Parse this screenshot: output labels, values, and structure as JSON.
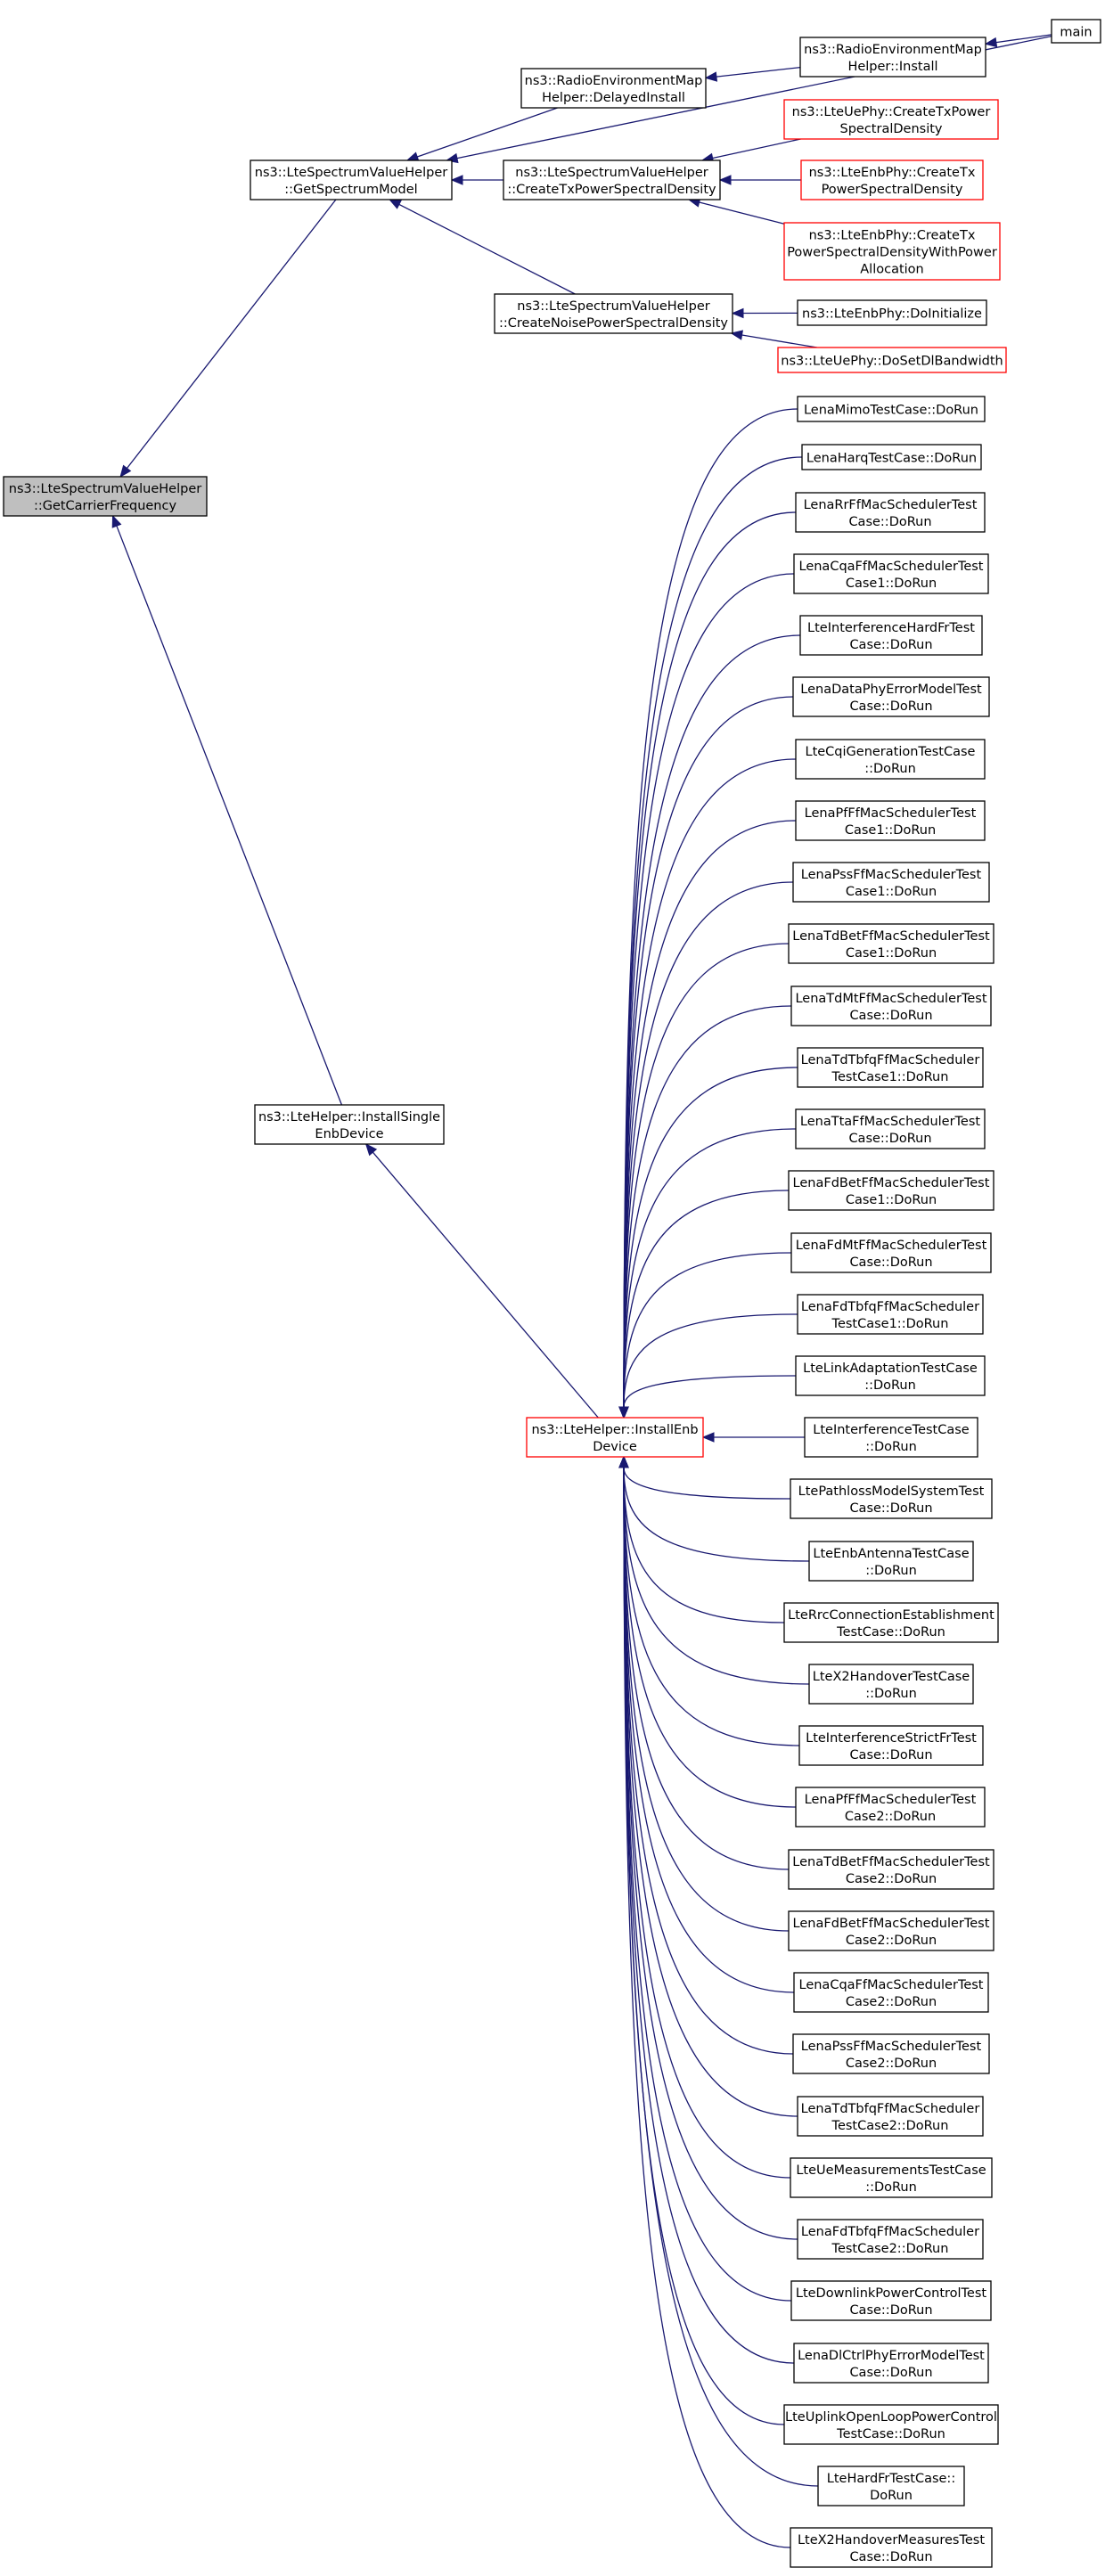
{
  "diagram": {
    "title": "",
    "nodes": [
      {
        "id": "getCarrierFrequency",
        "lines": [
          "ns3::LteSpectrumValueHelper",
          "::GetCarrierFrequency"
        ],
        "style": "root"
      },
      {
        "id": "getSpectrumModel",
        "lines": [
          "ns3::LteSpectrumValueHelper",
          "::GetSpectrumModel"
        ],
        "style": "normal"
      },
      {
        "id": "installSingleEnbDevice",
        "lines": [
          "ns3::LteHelper::InstallSingle",
          "EnbDevice"
        ],
        "style": "normal"
      },
      {
        "id": "remDelayedInstall",
        "lines": [
          "ns3::RadioEnvironmentMap",
          "Helper::DelayedInstall"
        ],
        "style": "normal"
      },
      {
        "id": "createTxPsd",
        "lines": [
          "ns3::LteSpectrumValueHelper",
          "::CreateTxPowerSpectralDensity"
        ],
        "style": "normal"
      },
      {
        "id": "createNoisePsd",
        "lines": [
          "ns3::LteSpectrumValueHelper",
          "::CreateNoisePowerSpectralDensity"
        ],
        "style": "normal"
      },
      {
        "id": "remInstall",
        "lines": [
          "ns3::RadioEnvironmentMap",
          "Helper::Install"
        ],
        "style": "normal"
      },
      {
        "id": "main",
        "lines": [
          "main"
        ],
        "style": "normal"
      },
      {
        "id": "uePhyCreateTxPsd",
        "lines": [
          "ns3::LteUePhy::CreateTxPower",
          "SpectralDensity"
        ],
        "style": "red"
      },
      {
        "id": "enbPhyCreateTxPsd",
        "lines": [
          "ns3::LteEnbPhy::CreateTx",
          "PowerSpectralDensity"
        ],
        "style": "red"
      },
      {
        "id": "enbPhyCreateTxPsdAlloc",
        "lines": [
          "ns3::LteEnbPhy::CreateTx",
          "PowerSpectralDensityWithPower",
          "Allocation"
        ],
        "style": "red"
      },
      {
        "id": "enbPhyDoInitialize",
        "lines": [
          "ns3::LteEnbPhy::DoInitialize"
        ],
        "style": "normal"
      },
      {
        "id": "uePhyDoSetDlBandwidth",
        "lines": [
          "ns3::LteUePhy::DoSetDlBandwidth"
        ],
        "style": "red"
      },
      {
        "id": "installEnbDevice",
        "lines": [
          "ns3::LteHelper::InstallEnb",
          "Device"
        ],
        "style": "red"
      },
      {
        "id": "t01",
        "lines": [
          "LenaMimoTestCase::DoRun"
        ],
        "style": "normal"
      },
      {
        "id": "t02",
        "lines": [
          "LenaHarqTestCase::DoRun"
        ],
        "style": "normal"
      },
      {
        "id": "t03",
        "lines": [
          "LenaRrFfMacSchedulerTest",
          "Case::DoRun"
        ],
        "style": "normal"
      },
      {
        "id": "t04",
        "lines": [
          "LenaCqaFfMacSchedulerTest",
          "Case1::DoRun"
        ],
        "style": "normal"
      },
      {
        "id": "t05",
        "lines": [
          "LteInterferenceHardFrTest",
          "Case::DoRun"
        ],
        "style": "normal"
      },
      {
        "id": "t06",
        "lines": [
          "LenaDataPhyErrorModelTest",
          "Case::DoRun"
        ],
        "style": "normal"
      },
      {
        "id": "t07",
        "lines": [
          "LteCqiGenerationTestCase",
          "::DoRun"
        ],
        "style": "normal"
      },
      {
        "id": "t08",
        "lines": [
          "LenaPfFfMacSchedulerTest",
          "Case1::DoRun"
        ],
        "style": "normal"
      },
      {
        "id": "t09",
        "lines": [
          "LenaPssFfMacSchedulerTest",
          "Case1::DoRun"
        ],
        "style": "normal"
      },
      {
        "id": "t10",
        "lines": [
          "LenaTdBetFfMacSchedulerTest",
          "Case1::DoRun"
        ],
        "style": "normal"
      },
      {
        "id": "t11",
        "lines": [
          "LenaTdMtFfMacSchedulerTest",
          "Case::DoRun"
        ],
        "style": "normal"
      },
      {
        "id": "t12",
        "lines": [
          "LenaTdTbfqFfMacScheduler",
          "TestCase1::DoRun"
        ],
        "style": "normal"
      },
      {
        "id": "t13",
        "lines": [
          "LenaTtaFfMacSchedulerTest",
          "Case::DoRun"
        ],
        "style": "normal"
      },
      {
        "id": "t14",
        "lines": [
          "LenaFdBetFfMacSchedulerTest",
          "Case1::DoRun"
        ],
        "style": "normal"
      },
      {
        "id": "t15",
        "lines": [
          "LenaFdMtFfMacSchedulerTest",
          "Case::DoRun"
        ],
        "style": "normal"
      },
      {
        "id": "t16",
        "lines": [
          "LenaFdTbfqFfMacScheduler",
          "TestCase1::DoRun"
        ],
        "style": "normal"
      },
      {
        "id": "t17",
        "lines": [
          "LteLinkAdaptationTestCase",
          "::DoRun"
        ],
        "style": "normal"
      },
      {
        "id": "t18",
        "lines": [
          "LteInterferenceTestCase",
          "::DoRun"
        ],
        "style": "normal"
      },
      {
        "id": "t19",
        "lines": [
          "LtePathlossModelSystemTest",
          "Case::DoRun"
        ],
        "style": "normal"
      },
      {
        "id": "t20",
        "lines": [
          "LteEnbAntennaTestCase",
          "::DoRun"
        ],
        "style": "normal"
      },
      {
        "id": "t21",
        "lines": [
          "LteRrcConnectionEstablishment",
          "TestCase::DoRun"
        ],
        "style": "normal"
      },
      {
        "id": "t22",
        "lines": [
          "LteX2HandoverTestCase",
          "::DoRun"
        ],
        "style": "normal"
      },
      {
        "id": "t23",
        "lines": [
          "LteInterferenceStrictFrTest",
          "Case::DoRun"
        ],
        "style": "normal"
      },
      {
        "id": "t24",
        "lines": [
          "LenaPfFfMacSchedulerTest",
          "Case2::DoRun"
        ],
        "style": "normal"
      },
      {
        "id": "t25",
        "lines": [
          "LenaTdBetFfMacSchedulerTest",
          "Case2::DoRun"
        ],
        "style": "normal"
      },
      {
        "id": "t26",
        "lines": [
          "LenaFdBetFfMacSchedulerTest",
          "Case2::DoRun"
        ],
        "style": "normal"
      },
      {
        "id": "t27",
        "lines": [
          "LenaCqaFfMacSchedulerTest",
          "Case2::DoRun"
        ],
        "style": "normal"
      },
      {
        "id": "t28",
        "lines": [
          "LenaPssFfMacSchedulerTest",
          "Case2::DoRun"
        ],
        "style": "normal"
      },
      {
        "id": "t29",
        "lines": [
          "LenaTdTbfqFfMacScheduler",
          "TestCase2::DoRun"
        ],
        "style": "normal"
      },
      {
        "id": "t30",
        "lines": [
          "LteUeMeasurementsTestCase",
          "::DoRun"
        ],
        "style": "normal"
      },
      {
        "id": "t31",
        "lines": [
          "LenaFdTbfqFfMacScheduler",
          "TestCase2::DoRun"
        ],
        "style": "normal"
      },
      {
        "id": "t32",
        "lines": [
          "LteDownlinkPowerControlTest",
          "Case::DoRun"
        ],
        "style": "normal"
      },
      {
        "id": "t33",
        "lines": [
          "LenaDlCtrlPhyErrorModelTest",
          "Case::DoRun"
        ],
        "style": "normal"
      },
      {
        "id": "t34",
        "lines": [
          "LteUplinkOpenLoopPowerControl",
          "TestCase::DoRun"
        ],
        "style": "normal"
      },
      {
        "id": "t35",
        "lines": [
          "LteHardFrTestCase::",
          "DoRun"
        ],
        "style": "normal"
      },
      {
        "id": "t36",
        "lines": [
          "LteX2HandoverMeasuresTest",
          "Case::DoRun"
        ],
        "style": "normal"
      }
    ],
    "edges": [
      {
        "from": "getSpectrumModel",
        "to": "getCarrierFrequency"
      },
      {
        "from": "installSingleEnbDevice",
        "to": "getCarrierFrequency"
      },
      {
        "from": "main",
        "to": "getSpectrumModel"
      },
      {
        "from": "remDelayedInstall",
        "to": "getSpectrumModel"
      },
      {
        "from": "createTxPsd",
        "to": "getSpectrumModel"
      },
      {
        "from": "createNoisePsd",
        "to": "getSpectrumModel"
      },
      {
        "from": "remInstall",
        "to": "remDelayedInstall"
      },
      {
        "from": "main",
        "to": "remInstall"
      },
      {
        "from": "uePhyCreateTxPsd",
        "to": "createTxPsd"
      },
      {
        "from": "enbPhyCreateTxPsd",
        "to": "createTxPsd"
      },
      {
        "from": "enbPhyCreateTxPsdAlloc",
        "to": "createTxPsd"
      },
      {
        "from": "enbPhyDoInitialize",
        "to": "createNoisePsd"
      },
      {
        "from": "uePhyDoSetDlBandwidth",
        "to": "createNoisePsd"
      },
      {
        "from": "installEnbDevice",
        "to": "installSingleEnbDevice"
      },
      {
        "from": "t01",
        "to": "installEnbDevice"
      },
      {
        "from": "t02",
        "to": "installEnbDevice"
      },
      {
        "from": "t03",
        "to": "installEnbDevice"
      },
      {
        "from": "t04",
        "to": "installEnbDevice"
      },
      {
        "from": "t05",
        "to": "installEnbDevice"
      },
      {
        "from": "t06",
        "to": "installEnbDevice"
      },
      {
        "from": "t07",
        "to": "installEnbDevice"
      },
      {
        "from": "t08",
        "to": "installEnbDevice"
      },
      {
        "from": "t09",
        "to": "installEnbDevice"
      },
      {
        "from": "t10",
        "to": "installEnbDevice"
      },
      {
        "from": "t11",
        "to": "installEnbDevice"
      },
      {
        "from": "t12",
        "to": "installEnbDevice"
      },
      {
        "from": "t13",
        "to": "installEnbDevice"
      },
      {
        "from": "t14",
        "to": "installEnbDevice"
      },
      {
        "from": "t15",
        "to": "installEnbDevice"
      },
      {
        "from": "t16",
        "to": "installEnbDevice"
      },
      {
        "from": "t17",
        "to": "installEnbDevice"
      },
      {
        "from": "t18",
        "to": "installEnbDevice"
      },
      {
        "from": "t19",
        "to": "installEnbDevice"
      },
      {
        "from": "t20",
        "to": "installEnbDevice"
      },
      {
        "from": "t21",
        "to": "installEnbDevice"
      },
      {
        "from": "t22",
        "to": "installEnbDevice"
      },
      {
        "from": "t23",
        "to": "installEnbDevice"
      },
      {
        "from": "t24",
        "to": "installEnbDevice"
      },
      {
        "from": "t25",
        "to": "installEnbDevice"
      },
      {
        "from": "t26",
        "to": "installEnbDevice"
      },
      {
        "from": "t27",
        "to": "installEnbDevice"
      },
      {
        "from": "t28",
        "to": "installEnbDevice"
      },
      {
        "from": "t29",
        "to": "installEnbDevice"
      },
      {
        "from": "t30",
        "to": "installEnbDevice"
      },
      {
        "from": "t31",
        "to": "installEnbDevice"
      },
      {
        "from": "t32",
        "to": "installEnbDevice"
      },
      {
        "from": "t33",
        "to": "installEnbDevice"
      },
      {
        "from": "t34",
        "to": "installEnbDevice"
      },
      {
        "from": "t35",
        "to": "installEnbDevice"
      },
      {
        "from": "t36",
        "to": "installEnbDevice"
      }
    ],
    "colors": {
      "edge": "#191970",
      "node_border": "#000000",
      "node_border_highlight": "#ff0000",
      "root_fill": "#bfbfbf",
      "background": "#ffffff"
    }
  }
}
